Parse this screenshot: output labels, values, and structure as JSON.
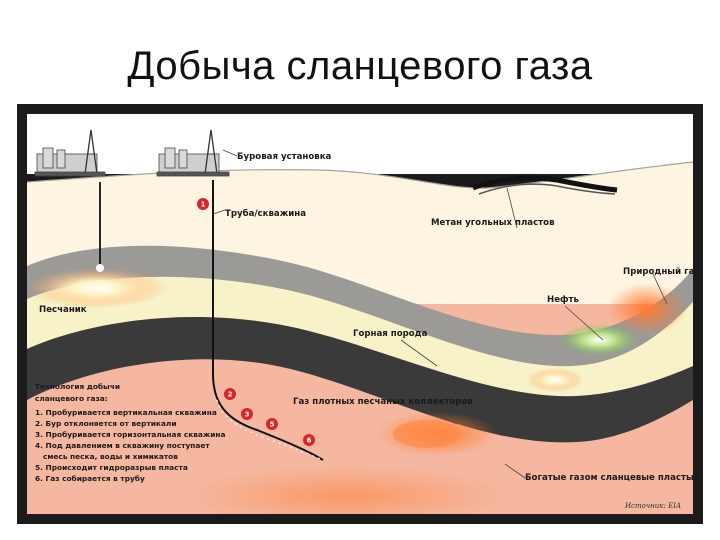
{
  "slide": {
    "title": "Добыча сланцевого газа"
  },
  "diagram": {
    "labels": {
      "rig": "Буровая установка",
      "pipe": "Труба/скважина",
      "coal_methane": "Метан угольных пластов",
      "natural_gas": "Природный газ",
      "oil": "Нефть",
      "sandstone": "Песчаник",
      "rock": "Горная порода",
      "tight_sand": "Газ плотных песчаных коллекторов",
      "shale": "Богатые газом сланцевые пласты"
    },
    "technology": {
      "heading": [
        "Технология добычи",
        "сланцевого газа:"
      ],
      "steps": [
        "1. Пробуривается вертикальная скважина",
        "2. Бур отклоняется от вертикали",
        "3. Пробуривается горизонтальная скважина",
        "4. Под давлением в скважину поступает",
        "смесь песка, воды и химикатов",
        "5. Происходит гидроразрыв пласта",
        "6. Газ собирается в трубу"
      ]
    },
    "markers": [
      "1",
      "2",
      "3",
      "5",
      "6"
    ],
    "source": "Источник: EIA",
    "colors": {
      "frame": "#1b1b1b",
      "sky": "#ffffff",
      "surface": "#fdf4e2",
      "gray_layer": "#9c9a97",
      "cream_layer": "#f8f2c8",
      "shale_layer": "#3a3a3a",
      "deep_layer": "#f5b79f",
      "marker": "#d7262b"
    }
  }
}
